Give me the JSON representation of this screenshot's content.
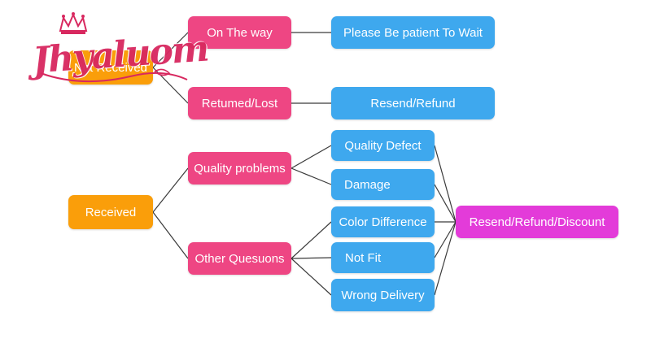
{
  "logo": {
    "text": "Jhyaluom",
    "color": "#d8285f"
  },
  "nodes": {
    "not_received": "Not Received",
    "received": "Received",
    "on_the_way": "On The way",
    "returned_lost": "Retumed/Lost",
    "quality_problems": "Quality problems",
    "other_questions": "Other Quesuons",
    "please_wait": "Please Be patient To Wait",
    "resend_refund": "Resend/Refund",
    "quality_defect": "Quality Defect",
    "damage": "Damage",
    "color_difference": "Color Difference",
    "not_fit": "Not Fit",
    "wrong_delivery": "Wrong Delivery",
    "resend_refund_discount": "Resend/Refund/Discount"
  },
  "colors": {
    "root": "#fa9e0a",
    "category": "#ee4683",
    "detail": "#3ea8ee",
    "outcome": "#e33bd9"
  }
}
